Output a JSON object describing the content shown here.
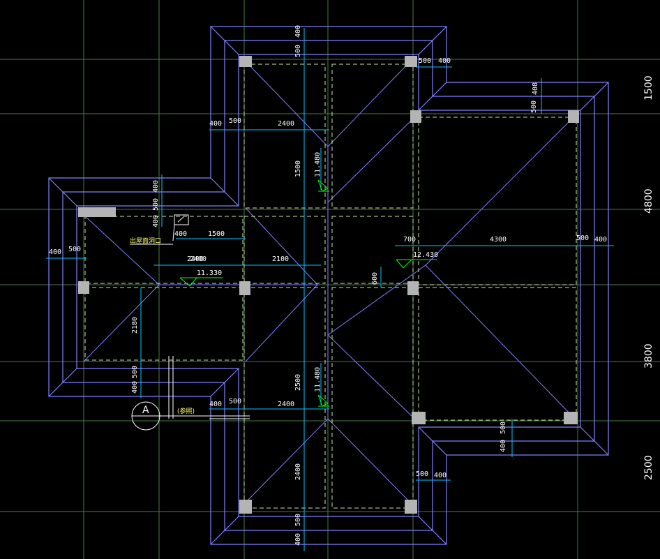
{
  "colors": {
    "background": "#000000",
    "grid": "#4a7a4a",
    "outline": "#8080ff",
    "dimension": "#00c8ff",
    "dashed": "#c8e6a0",
    "level": "#00ff00",
    "column": "#b4b4b4",
    "text": "#ffffff",
    "note": "#ffff66"
  },
  "right_axis_dims": [
    {
      "id": "r1",
      "label": "1500"
    },
    {
      "id": "r2",
      "label": "4800"
    },
    {
      "id": "r3",
      "label": "3800"
    },
    {
      "id": "r4",
      "label": "2500"
    }
  ],
  "dimensions": [
    {
      "id": "d-top-400a",
      "label": "400"
    },
    {
      "id": "d-top-500a",
      "label": "500"
    },
    {
      "id": "d-2400-top",
      "label": "2400"
    },
    {
      "id": "d-1500-top",
      "label": "1500"
    },
    {
      "id": "d-500-top-r",
      "label": "500"
    },
    {
      "id": "d-400-top-r",
      "label": "400"
    },
    {
      "id": "d-408",
      "label": "408"
    },
    {
      "id": "d-500-r-up",
      "label": "500"
    },
    {
      "id": "d-400-l1",
      "label": "400"
    },
    {
      "id": "d-500-l1",
      "label": "500"
    },
    {
      "id": "d-2400-h",
      "label": "2400"
    },
    {
      "id": "d-400-v1",
      "label": "400"
    },
    {
      "id": "d-500-v1",
      "label": "500"
    },
    {
      "id": "d-400-v2",
      "label": "400"
    },
    {
      "id": "d-400-small",
      "label": "400"
    },
    {
      "id": "d-1500-mid",
      "label": "1500"
    },
    {
      "id": "d-2400-left",
      "label": "2400"
    },
    {
      "id": "d-2100",
      "label": "2100"
    },
    {
      "id": "d-400-far-l",
      "label": "400"
    },
    {
      "id": "d-500-far-l",
      "label": "500"
    },
    {
      "id": "d-700",
      "label": "700"
    },
    {
      "id": "d-4300",
      "label": "4300"
    },
    {
      "id": "d-500-r",
      "label": "500"
    },
    {
      "id": "d-400-r",
      "label": "400"
    },
    {
      "id": "d-600",
      "label": "600"
    },
    {
      "id": "d-2180",
      "label": "2180"
    },
    {
      "id": "d-500-bl",
      "label": "500"
    },
    {
      "id": "d-400-bl",
      "label": "400"
    },
    {
      "id": "d-400-b1",
      "label": "400"
    },
    {
      "id": "d-500-b1",
      "label": "500"
    },
    {
      "id": "d-2400-b",
      "label": "2400"
    },
    {
      "id": "d-2500",
      "label": "2500"
    },
    {
      "id": "d-2400-bv",
      "label": "2400"
    },
    {
      "id": "d-500-br",
      "label": "500"
    },
    {
      "id": "d-400-br",
      "label": "400"
    },
    {
      "id": "d-500-br2",
      "label": "500"
    },
    {
      "id": "d-400-br2",
      "label": "400"
    },
    {
      "id": "d-500-bot",
      "label": "500"
    },
    {
      "id": "d-400-bot",
      "label": "400"
    }
  ],
  "levels": [
    {
      "id": "lvl-top",
      "label": "11.480"
    },
    {
      "id": "lvl-left",
      "label": "11.330"
    },
    {
      "id": "lvl-right",
      "label": "12.430"
    },
    {
      "id": "lvl-bottom",
      "label": "11.480"
    }
  ],
  "annotations": {
    "opening_note": "出屋面洞口",
    "section_mark": "A",
    "section_note": "(参照)"
  }
}
